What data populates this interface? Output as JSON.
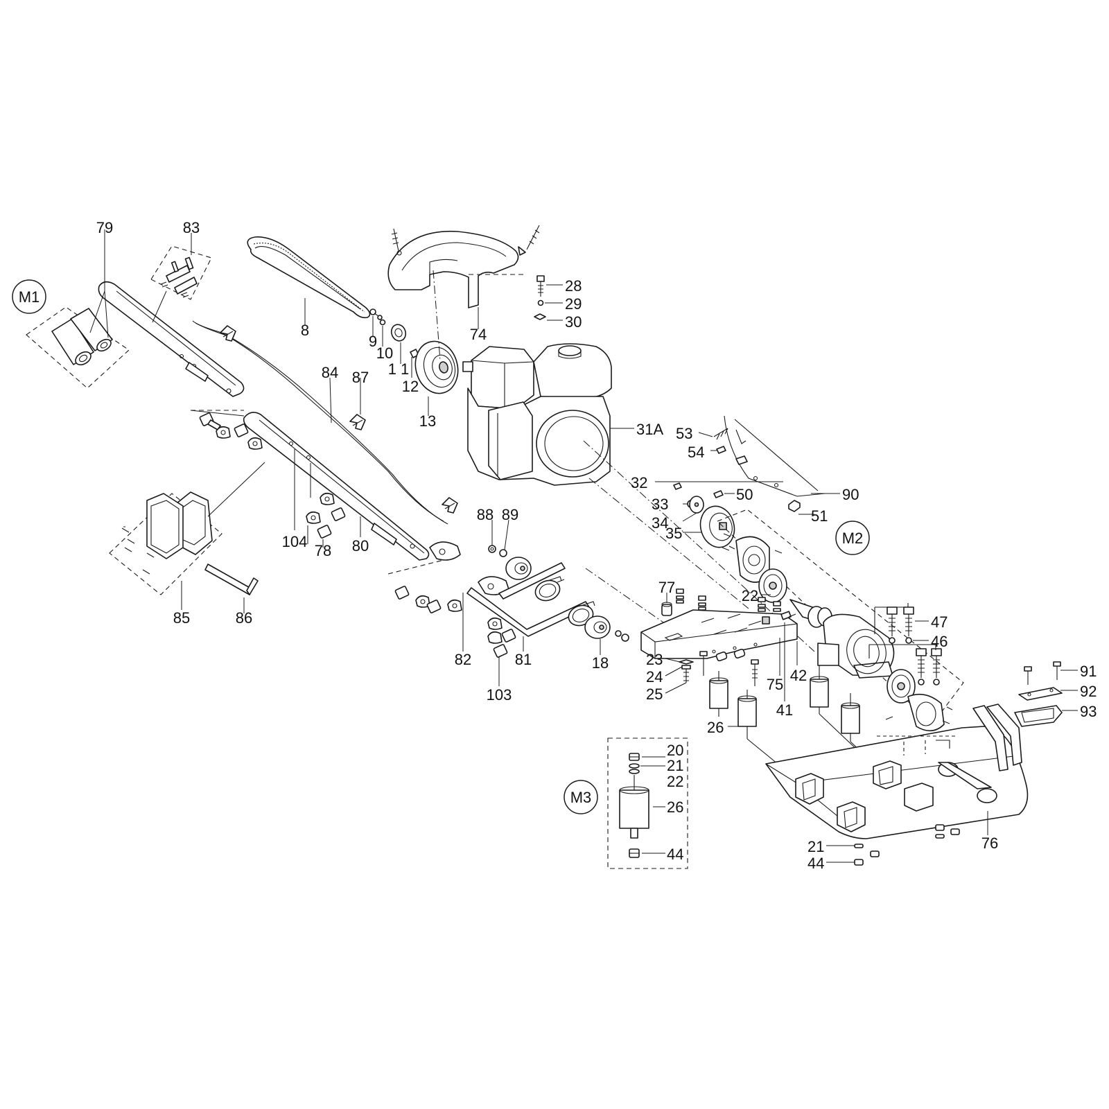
{
  "modules": {
    "m1": "M1",
    "m2": "M2",
    "m3": "M3"
  },
  "callouts": {
    "p79": "79",
    "p83": "83",
    "p8": "8",
    "p9": "9",
    "p10": "10",
    "p11": "1 1",
    "p12": "12",
    "p13": "13",
    "p74": "74",
    "p28": "28",
    "p29": "29",
    "p30": "30",
    "p31a": "31A",
    "p84": "84",
    "p87": "87",
    "p53": "53",
    "p54": "54",
    "p32": "32",
    "p50": "50",
    "p90": "90",
    "p33": "33",
    "p34": "34",
    "p51": "51",
    "p35": "35",
    "p88": "88",
    "p89": "89",
    "p104": "104",
    "p80": "80",
    "p78": "78",
    "p85": "85",
    "p86": "86",
    "p77": "77",
    "p22a": "22",
    "p47": "47",
    "p46": "46",
    "p82": "82",
    "p81": "81",
    "p18": "18",
    "p23": "23",
    "p24": "24",
    "p25": "25",
    "p75": "75",
    "p42": "42",
    "p41": "41",
    "p103": "103",
    "p91": "91",
    "p92": "92",
    "p93": "93",
    "p26a": "26",
    "p20": "20",
    "p21a": "21",
    "p22b": "22",
    "p26b": "26",
    "p44a": "44",
    "p21b": "21",
    "p44b": "44",
    "p76": "76"
  },
  "icons": {
    "bolt": "hex-bolt-icon",
    "nut": "hex-nut-icon",
    "washer": "washer-icon",
    "clip": "cable-clip-icon"
  }
}
